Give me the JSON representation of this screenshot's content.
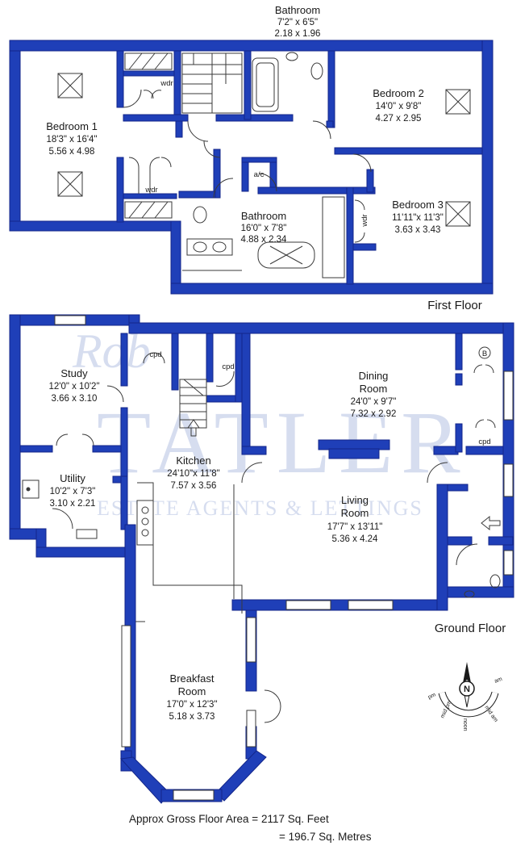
{
  "colors": {
    "wall": "#1f3fb8",
    "wall_edge": "#13268a",
    "fixture": "#3a3a3a",
    "watermark": "#c9d2ea"
  },
  "floors": {
    "first": "First Floor",
    "ground": "Ground Floor"
  },
  "rooms": {
    "bathroom_top": {
      "name": "Bathroom",
      "imperial": "7'2\"  x  6'5\"",
      "metric": "2.18  x  1.96"
    },
    "bedroom1": {
      "name": "Bedroom 1",
      "imperial": "18'3\"  x 16'4\"",
      "metric": "5.56  x  4.98"
    },
    "bedroom2": {
      "name": "Bedroom 2",
      "imperial": "14'0\"  x  9'8\"",
      "metric": "4.27  x  2.95"
    },
    "bedroom3": {
      "name": "Bedroom 3",
      "imperial": "11'11\"x 11'3\"",
      "metric": "3.63  x  3.43"
    },
    "bathroom_mid": {
      "name": "Bathroom",
      "imperial": "16'0\"  x  7'8\"",
      "metric": "4.88  x  2.34"
    },
    "study": {
      "name": "Study",
      "imperial": "12'0\"  x 10'2\"",
      "metric": "3.66  x  3.10"
    },
    "utility": {
      "name": "Utility",
      "imperial": "10'2\"  x  7'3\"",
      "metric": "3.10  x  2.21"
    },
    "kitchen": {
      "name": "Kitchen",
      "imperial": "24'10\"x 11'8\"",
      "metric": "7.57  x  3.56"
    },
    "dining": {
      "name1": "Dining",
      "name2": "Room",
      "imperial": "24'0\"  x  9'7\"",
      "metric": "7.32  x  2.92"
    },
    "living": {
      "name1": "Living",
      "name2": "Room",
      "imperial": "17'7\"  x 13'11\"",
      "metric": "5.36  x  4.24"
    },
    "breakfast": {
      "name1": "Breakfast",
      "name2": "Room",
      "imperial": "17'0\"  x 12'3\"",
      "metric": "5.18  x  3.73"
    }
  },
  "small_labels": {
    "wdr": "wdr",
    "ac": "a/c",
    "cpd": "cpd",
    "boiler": "B"
  },
  "compass": {
    "north": "N",
    "am": "am",
    "mid_am": "mid am",
    "noon": "noon",
    "mid_pm": "mid pm",
    "pm": "pm"
  },
  "watermark": {
    "script": "Rob",
    "name": "TATLER",
    "tagline": "ESTATE AGENTS & LETTINGS"
  },
  "footer": {
    "line1": "Approx Gross Floor Area  =  2117  Sq. Feet",
    "line2": "=  196.7  Sq. Metres"
  }
}
